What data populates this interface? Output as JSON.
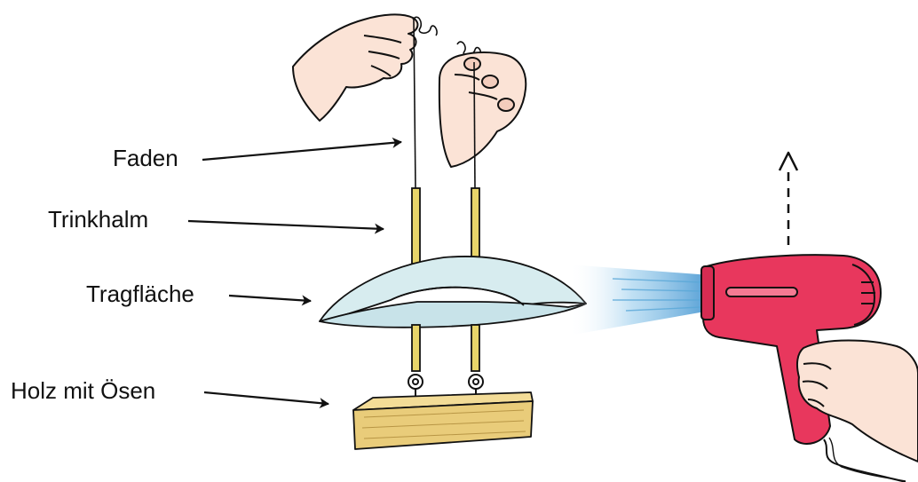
{
  "labels": {
    "faden": "Faden",
    "trinkhalm": "Trinkhalm",
    "tragflaeche": "Tragfläche",
    "holz": "Holz mit Ösen"
  },
  "colors": {
    "line": "#111111",
    "skin": "#fbe3d6",
    "straw": "#e8d56a",
    "wing": "#d8edf0",
    "wood": "#e9cc7a",
    "dryer": "#e8375d",
    "air": "#5aa8d8"
  }
}
